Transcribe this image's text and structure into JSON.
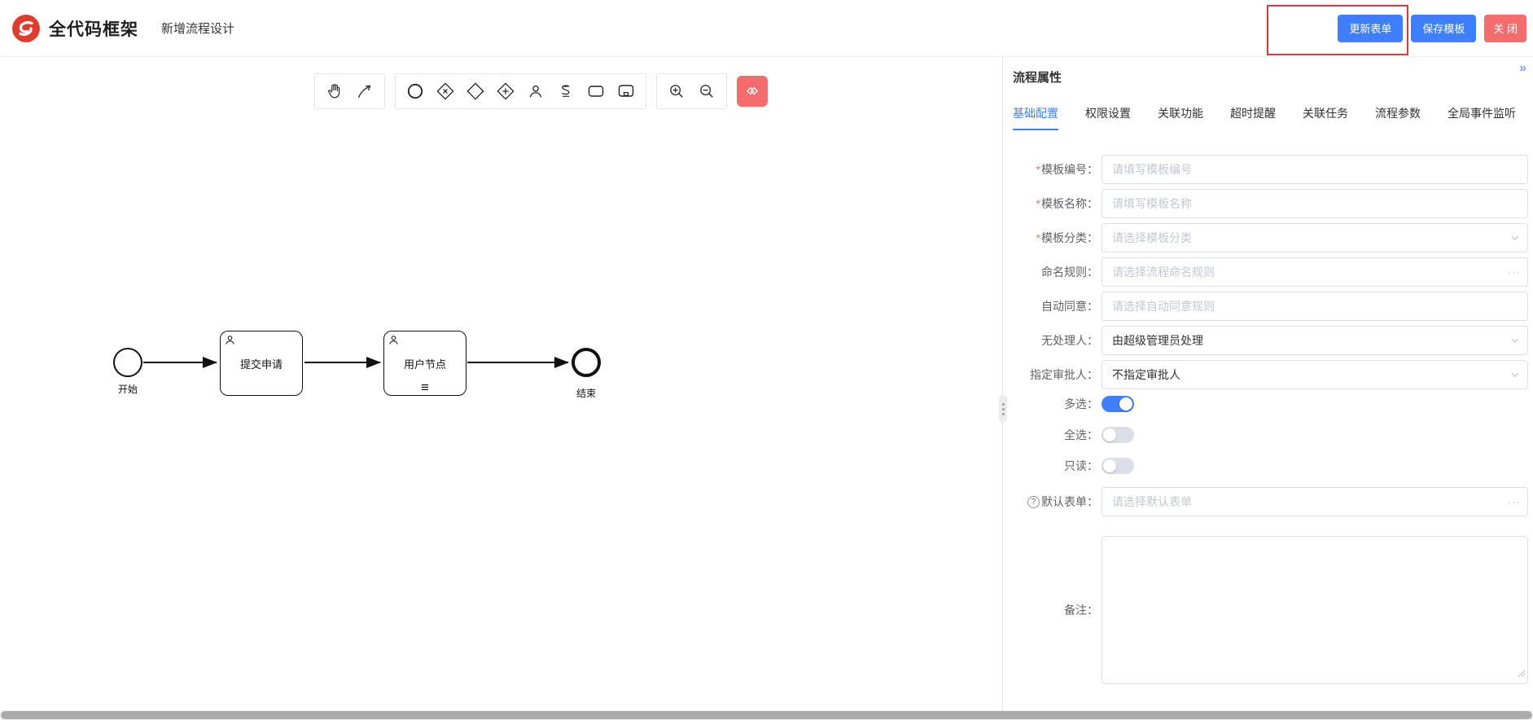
{
  "header": {
    "brand": "全代码框架",
    "page_title": "新增流程设计",
    "update_form_btn": "更新表单",
    "save_template_btn": "保存模板",
    "close_btn": "关 闭"
  },
  "toolbar": {
    "icons": [
      "hand-tool",
      "connect-tool",
      "start-event",
      "gateway-x",
      "gateway",
      "gateway-plus",
      "user-task",
      "script-task",
      "task",
      "call-activity",
      "zoom-in",
      "zoom-out",
      "clear-canvas"
    ]
  },
  "diagram": {
    "start_label": "开始",
    "task1_label": "提交申请",
    "task2_label": "用户节点",
    "end_label": "结束",
    "multi_instance_marker": "≡"
  },
  "panel": {
    "title": "流程属性",
    "collapse_icon": "»",
    "required_mark": "*",
    "help_mark": "?",
    "ellipsis": "···",
    "tabs": [
      {
        "label": "基础配置",
        "active": true
      },
      {
        "label": "权限设置",
        "active": false
      },
      {
        "label": "关联功能",
        "active": false
      },
      {
        "label": "超时提醒",
        "active": false
      },
      {
        "label": "关联任务",
        "active": false
      },
      {
        "label": "流程参数",
        "active": false
      },
      {
        "label": "全局事件监听",
        "active": false
      }
    ],
    "fields": {
      "template_no": {
        "label": "模板编号：",
        "placeholder": "请填写模板编号",
        "required": true
      },
      "template_name": {
        "label": "模板名称：",
        "placeholder": "请填写模板名称",
        "required": true
      },
      "template_category": {
        "label": "模板分类：",
        "placeholder": "请选择模板分类",
        "required": true
      },
      "naming_rule": {
        "label": "命名规则：",
        "placeholder": "请选择流程命名规则"
      },
      "auto_agree": {
        "label": "自动同意：",
        "placeholder": "请选择自动同意规则"
      },
      "no_handler": {
        "label": "无处理人：",
        "value": "由超级管理员处理"
      },
      "assigned_approver": {
        "label": "指定审批人：",
        "value": "不指定审批人"
      },
      "multi_select": {
        "label": "多选：",
        "on": true
      },
      "select_all": {
        "label": "全选：",
        "on": false
      },
      "read_only": {
        "label": "只读：",
        "on": false
      },
      "default_form": {
        "label": "默认表单：",
        "placeholder": "请选择默认表单"
      },
      "remark": {
        "label": "备注：",
        "value": ""
      }
    }
  },
  "colors": {
    "primary": "#3d7fff",
    "danger": "#f56c6c",
    "logo_red": "#e03c2d",
    "annotation_red": "#d9363e"
  }
}
